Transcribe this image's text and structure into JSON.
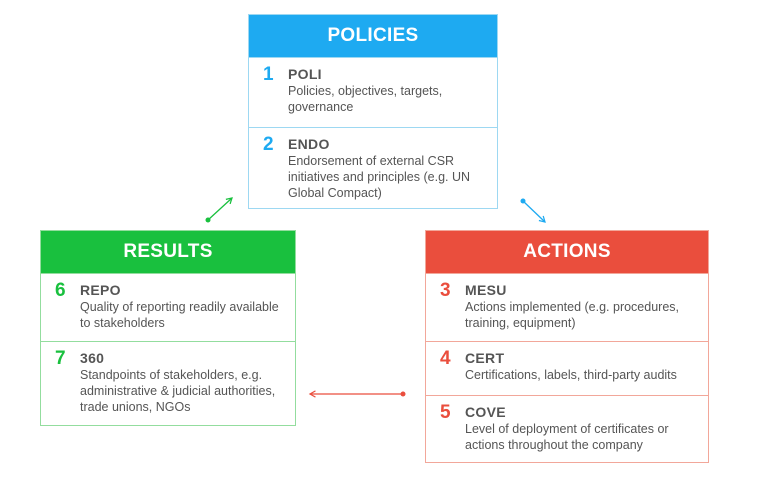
{
  "colors": {
    "policies": "#1eaaf1",
    "results": "#19c03e",
    "actions": "#ea4e3d",
    "text": "#555555"
  },
  "policies": {
    "title": "POLICIES",
    "items": [
      {
        "num": "1",
        "code": "POLI",
        "desc": "Policies, objectives, targets, governance"
      },
      {
        "num": "2",
        "code": "ENDO",
        "desc": "Endorsement of external CSR initiatives and principles (e.g. UN Global Compact)"
      }
    ]
  },
  "results": {
    "title": "RESULTS",
    "items": [
      {
        "num": "6",
        "code": "REPO",
        "desc": "Quality of reporting readily available to stakeholders"
      },
      {
        "num": "7",
        "code": "360",
        "desc": "Standpoints of stakeholders, e.g. administrative & judicial authorities, trade unions, NGOs"
      }
    ]
  },
  "actions": {
    "title": "ACTIONS",
    "items": [
      {
        "num": "3",
        "code": "MESU",
        "desc": "Actions implemented (e.g. procedures, training, equipment)"
      },
      {
        "num": "4",
        "code": "CERT",
        "desc": "Certifications, labels, third-party audits"
      },
      {
        "num": "5",
        "code": "COVE",
        "desc": "Level of deployment of certificates or actions throughout the company"
      }
    ]
  }
}
